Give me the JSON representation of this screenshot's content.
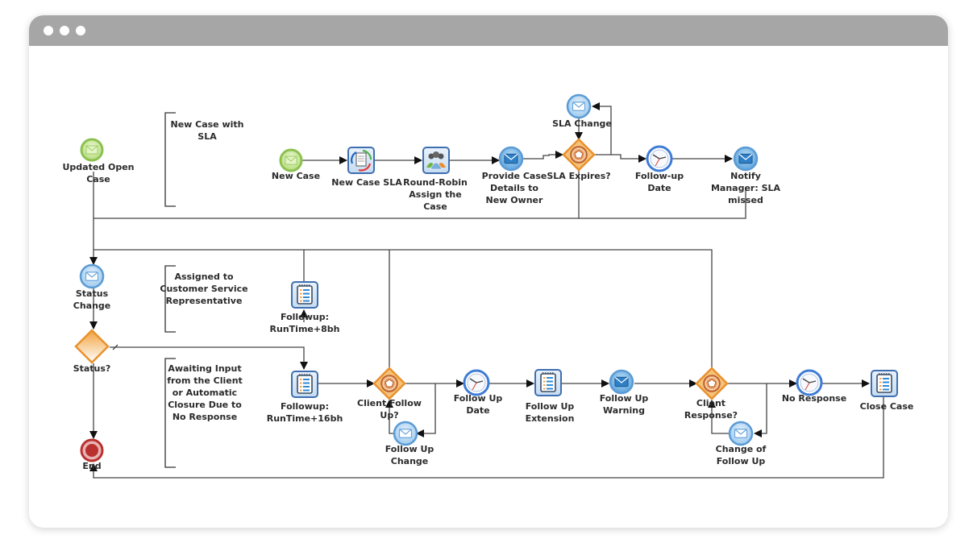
{
  "window": {
    "controls": [
      "window-dot-1",
      "window-dot-2",
      "window-dot-3"
    ]
  },
  "annotations": {
    "new_case_sla": [
      "New Case with",
      "SLA"
    ],
    "assigned_csr": [
      "Assigned to",
      "Customer Service",
      "Representative"
    ],
    "awaiting_input": [
      "Awaiting Input",
      "from the Client",
      "or Automatic",
      "Closure Due to",
      "No Response"
    ]
  },
  "nodes": {
    "updated_open_case": {
      "type": "message-start-event",
      "label": [
        "Updated Open",
        "Case"
      ]
    },
    "new_case": {
      "type": "message-start-event",
      "label": [
        "New Case"
      ]
    },
    "new_case_sla": {
      "type": "task",
      "label": [
        "New Case SLA"
      ]
    },
    "round_robin": {
      "type": "user-task",
      "label": [
        "Round-Robin",
        "Assign the",
        "Case"
      ]
    },
    "provide_case_details": {
      "type": "message-event",
      "label": [
        "Provide Case",
        "Details to",
        "New Owner"
      ]
    },
    "sla_change": {
      "type": "message-catch-event",
      "label": [
        "SLA Change"
      ]
    },
    "sla_expires": {
      "type": "event-gateway",
      "label": [
        "SLA Expires?"
      ]
    },
    "follow_up_date_top": {
      "type": "timer-event",
      "label": [
        "Follow-up",
        "Date"
      ]
    },
    "notify_manager": {
      "type": "message-event",
      "label": [
        "Notify",
        "Manager: SLA",
        "missed"
      ]
    },
    "status_change": {
      "type": "message-catch-event",
      "label": [
        "Status",
        "Change"
      ]
    },
    "status_gateway": {
      "type": "exclusive-gateway",
      "label": [
        "Status?"
      ]
    },
    "end": {
      "type": "end-event",
      "label": [
        "End"
      ]
    },
    "followup_8": {
      "type": "script-task",
      "label": [
        "Followup:",
        "RunTime+8bh"
      ]
    },
    "followup_16": {
      "type": "script-task",
      "label": [
        "Followup:",
        "RunTime+16bh"
      ]
    },
    "client_follow_up": {
      "type": "event-gateway",
      "label": [
        "Client Follow",
        "Up?"
      ]
    },
    "follow_up_change": {
      "type": "message-catch-event",
      "label": [
        "Follow Up",
        "Change"
      ]
    },
    "follow_up_date": {
      "type": "timer-event",
      "label": [
        "Follow Up",
        "Date"
      ]
    },
    "follow_up_extension": {
      "type": "script-task",
      "label": [
        "Follow Up",
        "Extension"
      ]
    },
    "follow_up_warning": {
      "type": "message-event",
      "label": [
        "Follow Up",
        "Warning"
      ]
    },
    "client_response": {
      "type": "event-gateway",
      "label": [
        "Client",
        "Response?"
      ]
    },
    "change_of_follow_up": {
      "type": "message-catch-event",
      "label": [
        "Change of",
        "Follow Up"
      ]
    },
    "no_response": {
      "type": "timer-event",
      "label": [
        "No Response"
      ]
    },
    "close_case": {
      "type": "script-task",
      "label": [
        "Close Case"
      ]
    }
  },
  "colors": {
    "titlebar": "#a6a6a6",
    "start_event": "#8cc152",
    "message_event": "#5b9bd5",
    "gateway": "#e8912d",
    "end_event": "#b8312f",
    "task_border": "#3f6fb0",
    "line": "#333333"
  }
}
